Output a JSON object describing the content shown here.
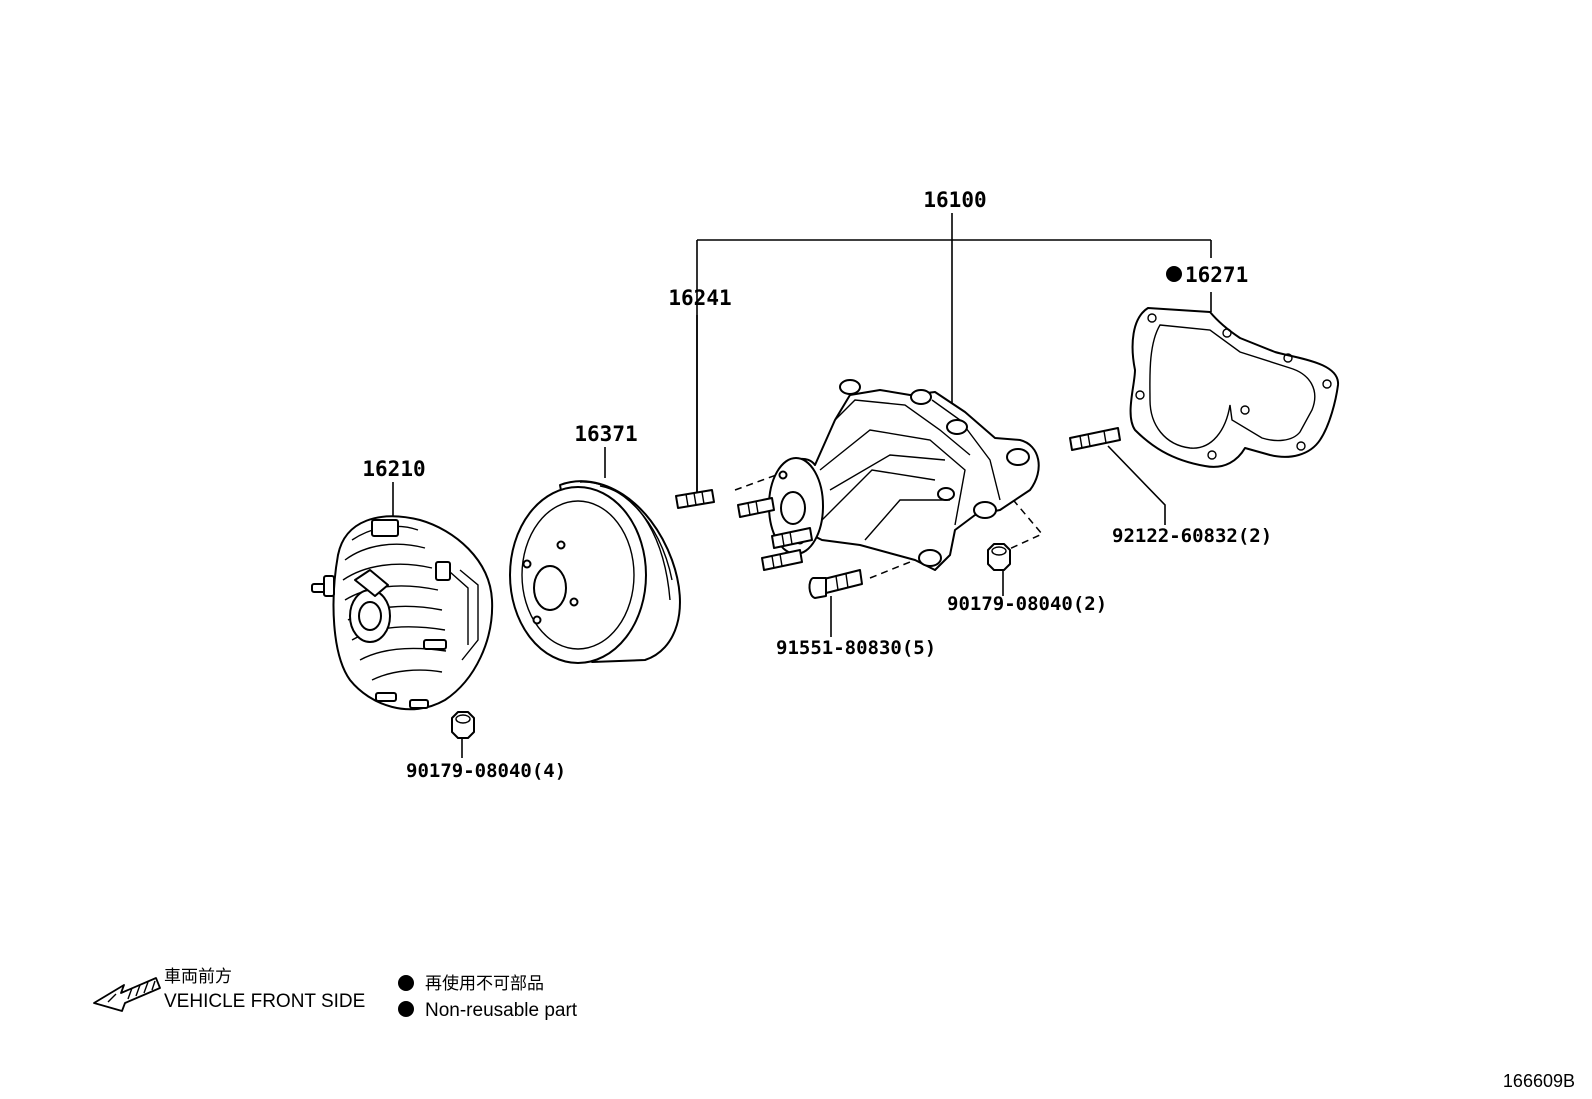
{
  "labels": {
    "water_pump_assy": "16100",
    "pump_gasket": "16271",
    "stud_bolt_top": "16241",
    "pulley": "16371",
    "fan_coupling": "16210",
    "stud_bolt_right": "92122-60832(2)",
    "nut_pump": "90179-08040(2)",
    "bolt_pump": "91551-80830(5)",
    "nut_coupling": "90179-08040(4)"
  },
  "legend": {
    "front_jp": "車両前方",
    "front_en": "VEHICLE FRONT SIDE",
    "nonreuse_jp": "再使用不可部品",
    "nonreuse_en": "Non-reusable part"
  },
  "diagram_code": "166609B",
  "colors": {
    "ink": "#000000",
    "paper": "#ffffff"
  },
  "icons": {
    "front_arrow": "hatched-arrow-icon",
    "nonreuse_mark": "filled-circle-icon"
  }
}
